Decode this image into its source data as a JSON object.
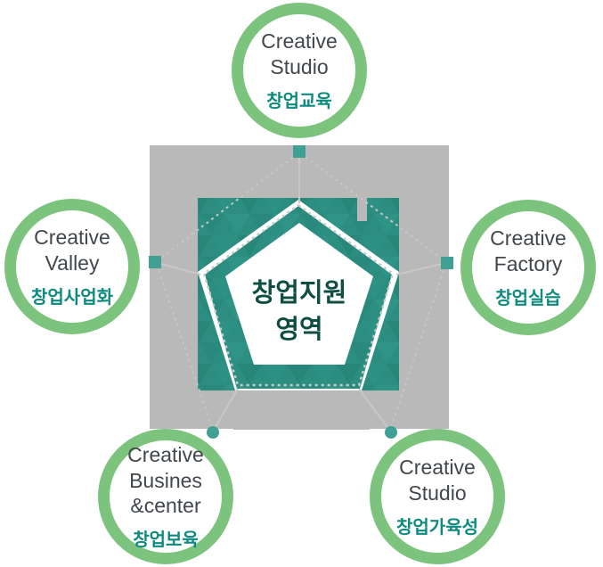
{
  "diagram": {
    "center": {
      "lines": [
        "창업지원",
        "영역"
      ]
    },
    "nodes": [
      {
        "id": "top",
        "en": [
          "Creative",
          "Studio"
        ],
        "ko": "창업교육"
      },
      {
        "id": "left",
        "en": [
          "Creative",
          "Valley"
        ],
        "ko": "창업사업화"
      },
      {
        "id": "right",
        "en": [
          "Creative",
          "Factory"
        ],
        "ko": "창업실습"
      },
      {
        "id": "bottom-left",
        "en": [
          "Creative",
          "Busines",
          "&center"
        ],
        "ko": "창업보육"
      },
      {
        "id": "bottom-right",
        "en": [
          "Creative",
          "Studio"
        ],
        "ko": "창업가육성"
      }
    ],
    "colors": {
      "ring_green": "#7cc37e",
      "teal_base": "#2b8e80",
      "korean_text": "#0e8a7e",
      "english_text": "#42474c",
      "center_text": "#0f4f42",
      "backdrop_gray": "#b9b9b9",
      "connector_teal": "#3fa093",
      "dash_gray": "#c7cbca"
    }
  }
}
